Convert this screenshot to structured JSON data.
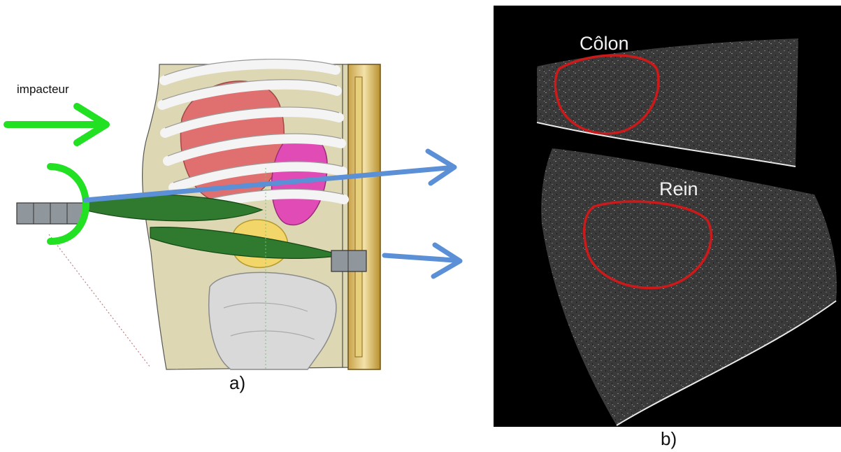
{
  "panel_a": {
    "impact_label": "impacteur",
    "caption": "a)"
  },
  "panel_b": {
    "caption": "b)",
    "organs": [
      {
        "label": "Côlon",
        "outline_color": "#cc1a1a"
      },
      {
        "label": "Rein",
        "outline_color": "#cc1a1a"
      }
    ]
  },
  "colors": {
    "impact_arrow": "#22e022",
    "probe_arrows": "#5b8fd6",
    "ultrasound_bg": "#000000"
  }
}
